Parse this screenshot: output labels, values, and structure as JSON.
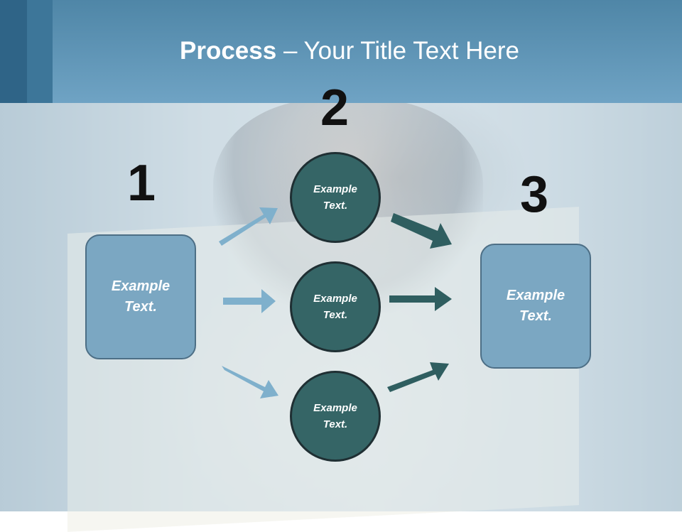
{
  "slide": {
    "title_bold": "Process",
    "title_rest": " – Your Title Text Here"
  },
  "steps": {
    "num1": "1",
    "num2": "2",
    "num3": "3"
  },
  "boxes": {
    "left": [
      "Example",
      "Text."
    ],
    "right": [
      "Example",
      "Text."
    ]
  },
  "circles": [
    [
      "Example",
      "Text."
    ],
    [
      "Example",
      "Text."
    ],
    [
      "Example",
      "Text."
    ]
  ],
  "colors": {
    "header": "#6fa3c4",
    "box_fill": "#7ba7c2",
    "circle_fill": "#356566",
    "arrow_light": "#7fb0cc",
    "arrow_dark": "#2f5e60"
  }
}
